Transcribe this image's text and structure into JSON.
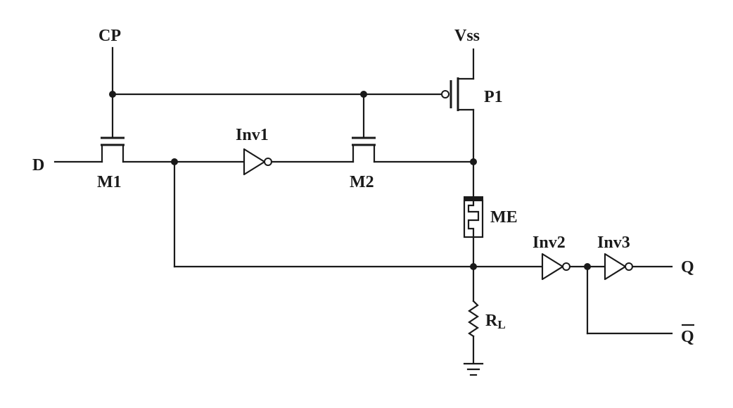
{
  "labels": {
    "cp": "CP",
    "vss": "Vss",
    "p1": "P1",
    "d": "D",
    "m1": "M1",
    "m2": "M2",
    "inv1": "Inv1",
    "inv2": "Inv2",
    "inv3": "Inv3",
    "me": "ME",
    "q": "Q",
    "q_bar": "Q",
    "rl_main": "R",
    "rl_sub": "L"
  },
  "colors": {
    "ink": "#1a1a1a",
    "background": "#ffffff"
  }
}
